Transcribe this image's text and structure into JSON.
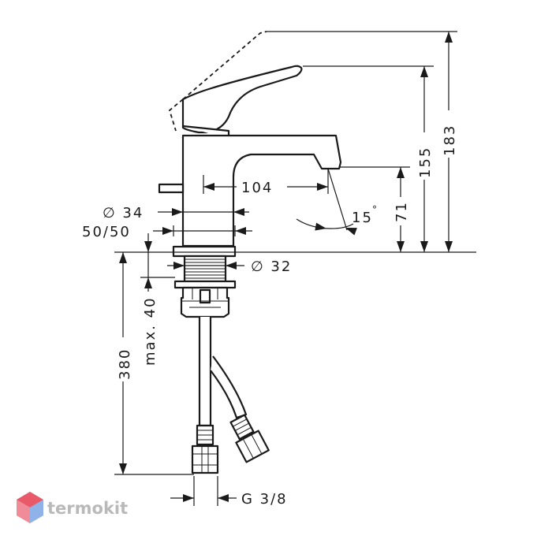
{
  "dimensions": {
    "total_height": "183",
    "spout_height": "155",
    "outlet_height": "71",
    "spout_reach": "104",
    "spray_angle": "15",
    "degree_symbol": "°",
    "body_diameter_label": "∅ 34",
    "shank_diameter_label": "∅ 32",
    "drain_connection": "50/50",
    "counter_thickness": "max. 40",
    "hose_length": "380",
    "thread_size": "G 3/8"
  },
  "watermark": {
    "brand": "termokit",
    "logo_color": "#e85a6a"
  },
  "colors": {
    "line": "#1a1a1a",
    "watermark_text": "#b9b9b9"
  }
}
